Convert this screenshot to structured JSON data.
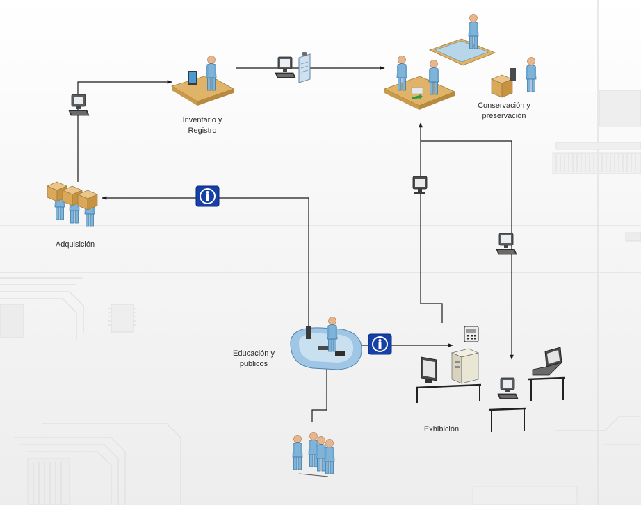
{
  "colors": {
    "figure_body": "#7fb3d8",
    "figure_dark": "#3e78a8",
    "skin": "#e8b68a",
    "desk": "#e0b468",
    "monitor": "#4a4a4a",
    "info_badge": "#1640a8",
    "arrow": "#1a1a1a",
    "background_circuit": "#e4e4e4"
  },
  "nodes": {
    "inventario": {
      "name": "Inventario y Registro",
      "line1": "Inventario y",
      "line2": "Registro"
    },
    "conservacion": {
      "name": "Conservación y preservación",
      "line1": "Conservación y",
      "line2": "preservación"
    },
    "adquisicion": {
      "name": "Adquisición",
      "line1": "Adquisición"
    },
    "educacion": {
      "name": "Educación y publicos",
      "line1": "Educación y",
      "line2": "publicos"
    },
    "exhibicion": {
      "name": "Exhibición",
      "line1": "Exhibición"
    }
  },
  "icons": [
    "computer-icon",
    "office-worker-icon",
    "computer-clipboard-icon",
    "conservation-team-icon",
    "info-badge-icon",
    "delivery-team-icon",
    "monitor-icon",
    "reception-desk-icon",
    "audience-group-icon",
    "server-workstation-icon",
    "fax-icon",
    "laptop-icon"
  ]
}
